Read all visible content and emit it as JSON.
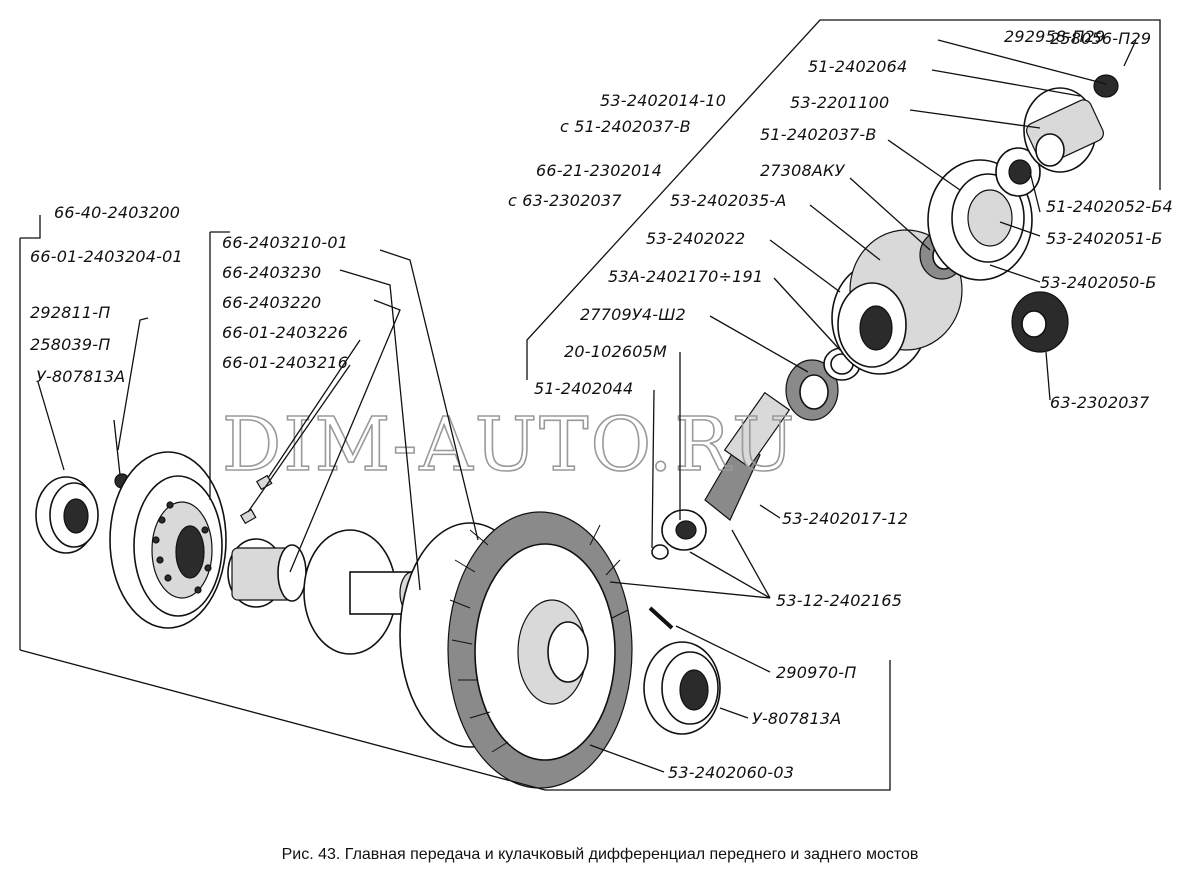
{
  "labels": {
    "l_292958": "292958-П29",
    "l_258056": "258056-П29",
    "l_51_2402064": "51-2402064",
    "l_53_2201100": "53-2201100",
    "l_53_2402014_10": "53-2402014-10",
    "l_c_51_2402037_v_a": "с 51-2402037-В",
    "l_51_2402037_v": "51-2402037-В",
    "l_27308aku": "27308АКУ",
    "l_66_21_2302014": "66-21-2302014",
    "l_c_63_2302037": "с 63-2302037",
    "l_53_2402035_a": "53-2402035-А",
    "l_51_2402052_b4": "51-2402052-Б4",
    "l_53_2402022": "53-2402022",
    "l_53_2402051_b": "53-2402051-Б",
    "l_53a_2402170": "53А-2402170÷191",
    "l_53_2402050_b": "53-2402050-Б",
    "l_27709u4": "27709У4-Ш2",
    "l_20_102605m": "20-102605М",
    "l_51_2402044": "51-2402044",
    "l_63_2302037": "63-2302037",
    "l_53_2402017_12": "53-2402017-12",
    "l_53_12_2402165": "53-12-2402165",
    "l_290970_p": "290970-П",
    "l_u_807813a_r": "У-807813А",
    "l_53_2402060_03": "53-2402060-03",
    "l_66_40_2403200": "66-40-2403200",
    "l_66_01_2403204_01": "66-01-2403204-01",
    "l_66_2403210_01": "66-2403210-01",
    "l_66_2403230": "66-2403230",
    "l_66_2403220": "66-2403220",
    "l_66_01_2403226": "66-01-2403226",
    "l_66_01_2403216": "66-01-2403216",
    "l_292811_p": "292811-П",
    "l_258039_p": "258039-П",
    "l_u_807813a_l": "У-807813А"
  },
  "watermark": "DIM-AUTO.RU",
  "caption": "Рис. 43. Главная передача и кулачковый дифференциал переднего и заднего мостов"
}
